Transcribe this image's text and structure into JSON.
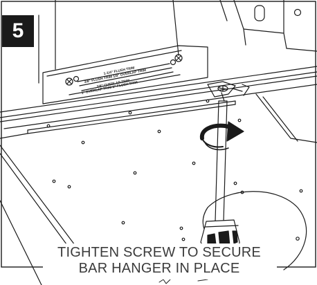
{
  "step": {
    "number": "5"
  },
  "instruction": {
    "line1": "TIGHTEN SCREW TO SECURE",
    "line2": "BAR HANGER IN PLACE"
  },
  "bracket_labels": [
    "1-1/4\" FLUSH TRIM",
    "3/8\" FLUSH TRIM 1/8\" OVERLAP TRIM",
    "3/8\" OVERLAP TRIM",
    "1\" OVERLAP TRIM 1\" FLUSH TRIM"
  ],
  "colors": {
    "ink": "#1a1a1a",
    "caption_text": "#3b3b3b",
    "background": "#ffffff"
  },
  "icons": [
    "rotation-arrow-icon",
    "screwdriver-icon",
    "screw-icon"
  ]
}
